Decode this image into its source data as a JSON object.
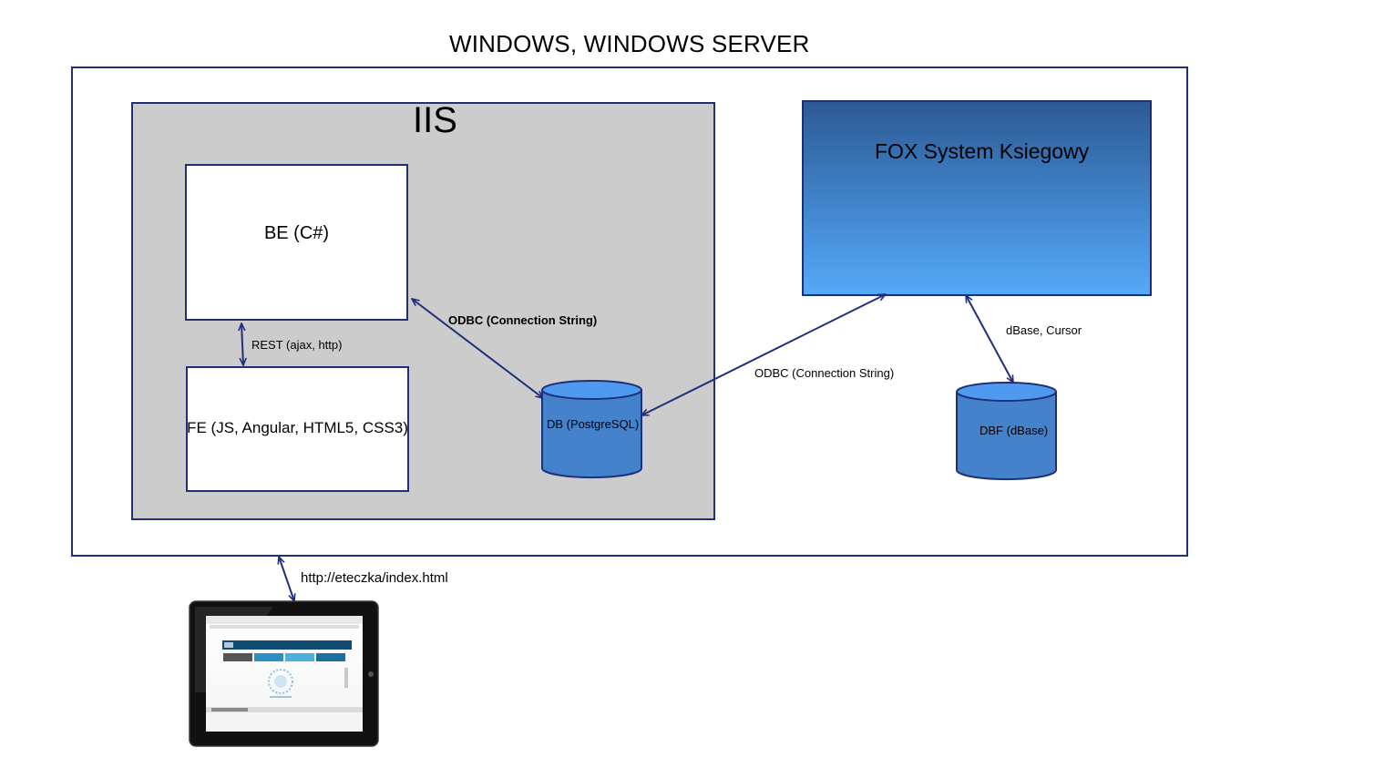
{
  "title": "WINDOWS, WINDOWS SERVER",
  "iis": {
    "label": "IIS"
  },
  "backend": {
    "label": "BE (C#)"
  },
  "frontend": {
    "label": "FE (JS, Angular, HTML5, CSS3)"
  },
  "fox": {
    "label": "FOX System Ksiegowy"
  },
  "postgres_db": {
    "label": "DB (PostgreSQL)"
  },
  "dbf_db": {
    "label": "DBF (dBase)"
  },
  "edges": {
    "rest": "REST (ajax, http)",
    "odbc_be_db": "ODBC (Connection String)",
    "odbc_db_fox": "ODBC (Connection String)",
    "dbase_cursor": "dBase, Cursor",
    "http_url": "http://eteczka/index.html"
  },
  "colors": {
    "frame": "#1f2f7a",
    "iis_fill": "#cccccc",
    "db_fill": "#4482cc",
    "arrow": "#1f2f7a"
  },
  "icons": {
    "tablet": "tablet-device-icon"
  }
}
